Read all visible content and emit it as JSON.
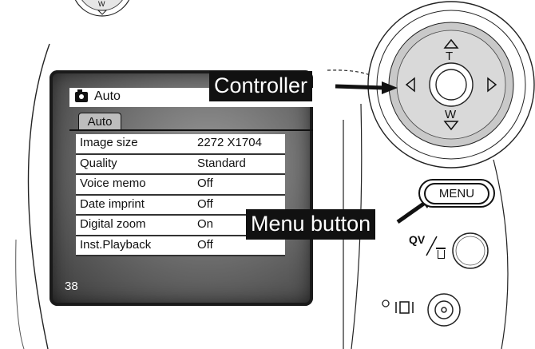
{
  "lcd": {
    "mode": "Auto",
    "tab": "Auto",
    "rows": [
      {
        "label": "Image size",
        "value": "2272 X1704"
      },
      {
        "label": "Quality",
        "value": "Standard"
      },
      {
        "label": "Voice memo",
        "value": "Off"
      },
      {
        "label": "Date imprint",
        "value": "Off"
      },
      {
        "label": "Digital zoom",
        "value": "On"
      },
      {
        "label": "Inst.Playback",
        "value": "Off"
      }
    ]
  },
  "callouts": {
    "controller": "Controller",
    "menu_button": "Menu button"
  },
  "camera": {
    "menu_button": "MENU",
    "qv": "QV",
    "controller_top": "T",
    "controller_bottom": "W",
    "top_dial_letter": "W"
  },
  "page_number": "38",
  "icons": [
    "camera-icon",
    "trash-icon",
    "display-icon",
    "arrow-up-icon",
    "arrow-down-icon",
    "arrow-left-icon",
    "arrow-right-icon"
  ]
}
